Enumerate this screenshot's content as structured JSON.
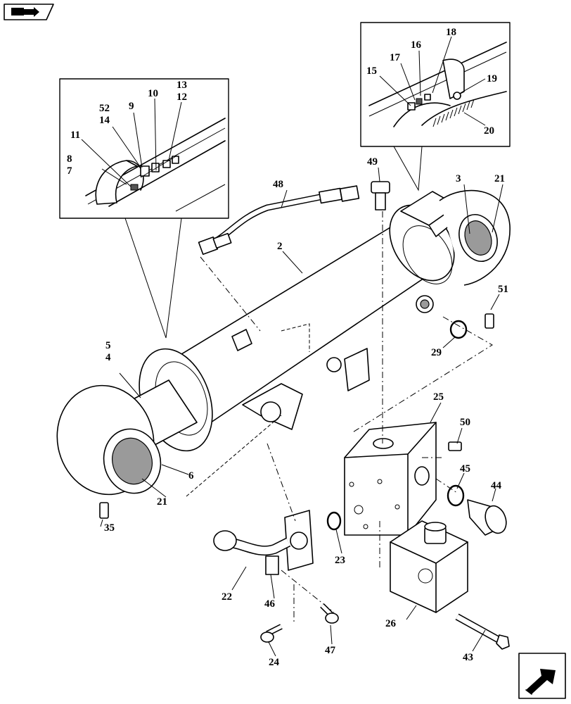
{
  "toolbar": {
    "nav_back_icon": "book-arrow-icon"
  },
  "footer": {
    "nav_next_icon": "arrow-next-icon"
  },
  "callouts": {
    "c2": "2",
    "c3": "3",
    "c4": "4",
    "c5": "5",
    "c6": "6",
    "c7": "7",
    "c8": "8",
    "c9": "9",
    "c10": "10",
    "c11": "11",
    "c12": "12",
    "c13": "13",
    "c14": "14",
    "c15": "15",
    "c16": "16",
    "c17": "17",
    "c18": "18",
    "c19": "19",
    "c20": "20",
    "c21a": "21",
    "c21b": "21",
    "c22": "22",
    "c23": "23",
    "c24": "24",
    "c25": "25",
    "c26": "26",
    "c29": "29",
    "c35": "35",
    "c43": "43",
    "c44": "44",
    "c45": "45",
    "c46": "46",
    "c47": "47",
    "c48": "48",
    "c49": "49",
    "c50": "50",
    "c51": "51",
    "c52": "52"
  }
}
